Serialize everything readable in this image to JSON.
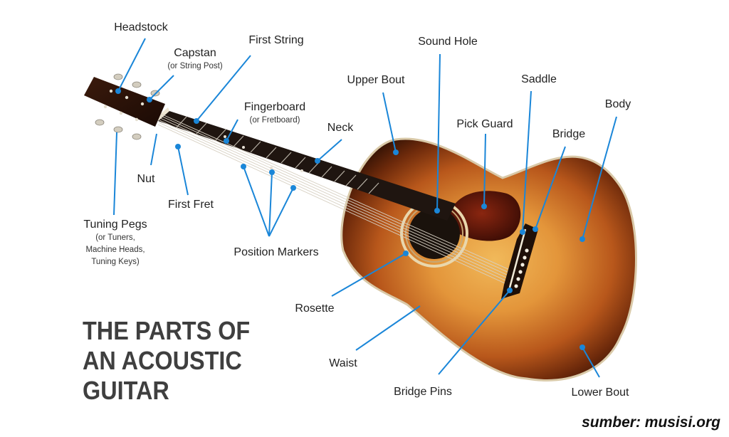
{
  "title": [
    "THE PARTS OF",
    "AN ACOUSTIC",
    "GUITAR"
  ],
  "source": "sumber: musisi.org",
  "labels": {
    "headstock": "Headstock",
    "capstan": "Capstan",
    "capstan_sub": "(or String Post)",
    "first_string": "First String",
    "fingerboard": "Fingerboard",
    "fingerboard_sub": "(or Fretboard)",
    "neck": "Neck",
    "sound_hole": "Sound Hole",
    "upper_bout": "Upper Bout",
    "pick_guard": "Pick Guard",
    "saddle": "Saddle",
    "body": "Body",
    "bridge": "Bridge",
    "nut": "Nut",
    "first_fret": "First Fret",
    "tuning_pegs": "Tuning Pegs",
    "tuning_pegs_sub": [
      "(or Tuners,",
      "Machine Heads,",
      "Tuning Keys)"
    ],
    "position_markers": "Position Markers",
    "rosette": "Rosette",
    "waist": "Waist",
    "bridge_pins": "Bridge Pins",
    "lower_bout": "Lower Bout"
  },
  "colors": {
    "pointer": "#1a86d8",
    "sunburst_center": "#e8a441",
    "sunburst_edge": "#3a1505",
    "fretboard": "#1c130f",
    "pick_guard": "#5a1408",
    "title": "#3f3f3f"
  }
}
